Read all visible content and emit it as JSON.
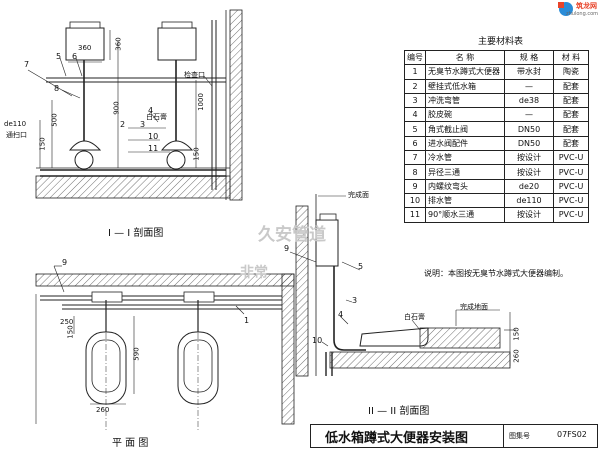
{
  "site_logo": {
    "name": "筑龙网",
    "url": "zhulong.com"
  },
  "table": {
    "title": "主要材料表",
    "headers": [
      "编号",
      "名 称",
      "规 格",
      "材 料"
    ],
    "rows": [
      {
        "no": "1",
        "name": "无臭节水蹲式大便器",
        "spec": "带水封",
        "material": "陶瓷"
      },
      {
        "no": "2",
        "name": "壁挂式低水箱",
        "spec": "—",
        "material": "配套"
      },
      {
        "no": "3",
        "name": "冲洗弯管",
        "spec": "de38",
        "material": "配套"
      },
      {
        "no": "4",
        "name": "胶皮碗",
        "spec": "—",
        "material": "配套"
      },
      {
        "no": "5",
        "name": "角式截止阀",
        "spec": "DN50",
        "material": "配套"
      },
      {
        "no": "6",
        "name": "进水阀配件",
        "spec": "DN50",
        "material": "配套"
      },
      {
        "no": "7",
        "name": "冷水管",
        "spec": "按设计",
        "material": "PVC-U"
      },
      {
        "no": "8",
        "name": "异径三通",
        "spec": "按设计",
        "material": "PVC-U"
      },
      {
        "no": "9",
        "name": "内螺纹弯头",
        "spec": "de20",
        "material": "PVC-U"
      },
      {
        "no": "10",
        "name": "排水管",
        "spec": "de110",
        "material": "PVC-U"
      },
      {
        "no": "11",
        "name": "90°顺水三通",
        "spec": "按设计",
        "material": "PVC-U"
      }
    ]
  },
  "note": "说明：本图按无臭节水蹲式大便器编制。",
  "section1": {
    "title": "I — I 剖面图",
    "callouts": [
      "7",
      "5",
      "6",
      "8",
      "4",
      "3",
      "2",
      "10",
      "11"
    ],
    "labels": {
      "inspection": "检查口",
      "white_stone": "白石膏",
      "pipe": "de110",
      "cleanout": "通扫口"
    },
    "dims": [
      "360",
      "360",
      "900",
      "500",
      "1000",
      "150",
      "150"
    ]
  },
  "plan": {
    "title": "平 面 图",
    "callouts": [
      "9",
      "1"
    ],
    "dims": [
      "250",
      "150",
      "590",
      "260"
    ]
  },
  "section2": {
    "title": "II — II 剖面图",
    "callouts": [
      "9",
      "5",
      "3",
      "4",
      "10"
    ],
    "labels": {
      "finish_face": "完成面",
      "white_stone": "白石膏",
      "finish_floor": "完成地面"
    },
    "dims": [
      "150",
      "260"
    ]
  },
  "title_block": {
    "title": "低水箱蹲式大便器安装图",
    "label": "图集号",
    "code": "07FS02"
  },
  "watermark": {
    "text1": "久安管道",
    "text2": "非常"
  }
}
